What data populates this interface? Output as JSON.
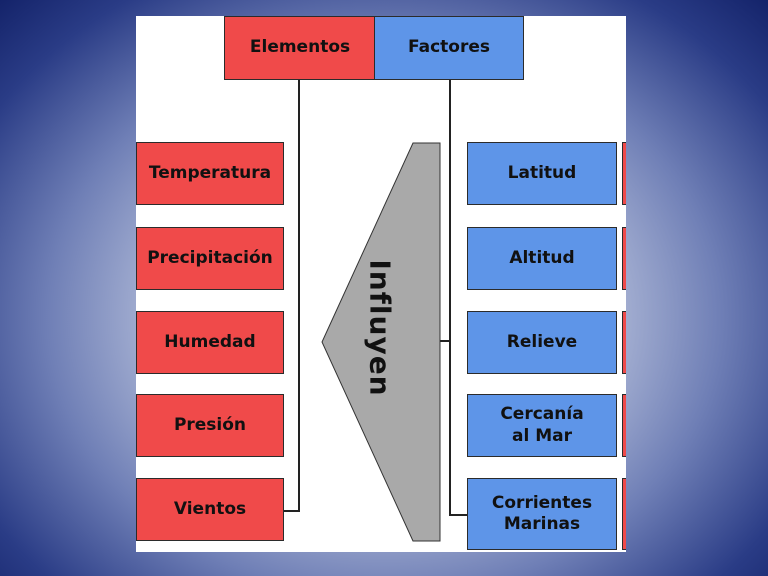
{
  "header": {
    "elementos_label": "Elementos",
    "factores_label": "Factores"
  },
  "elementos": [
    {
      "label": "Temperatura"
    },
    {
      "label": "Precipitación"
    },
    {
      "label": "Humedad"
    },
    {
      "label": "Presión"
    },
    {
      "label": "Vientos"
    }
  ],
  "factores": [
    {
      "label": "Latitud"
    },
    {
      "label": "Altitud"
    },
    {
      "label": "Relieve"
    },
    {
      "label": "Cercanía\nal Mar"
    },
    {
      "label": "Corrientes\nMarinas"
    }
  ],
  "arrow": {
    "label": "Influyen"
  },
  "colors": {
    "elemento_fill": "#f04a4a",
    "factor_fill": "#5e95e8",
    "arrow_fill": "#a9a9a9",
    "background_outer": "#14236a",
    "background_inner": "#f2f4fa"
  }
}
